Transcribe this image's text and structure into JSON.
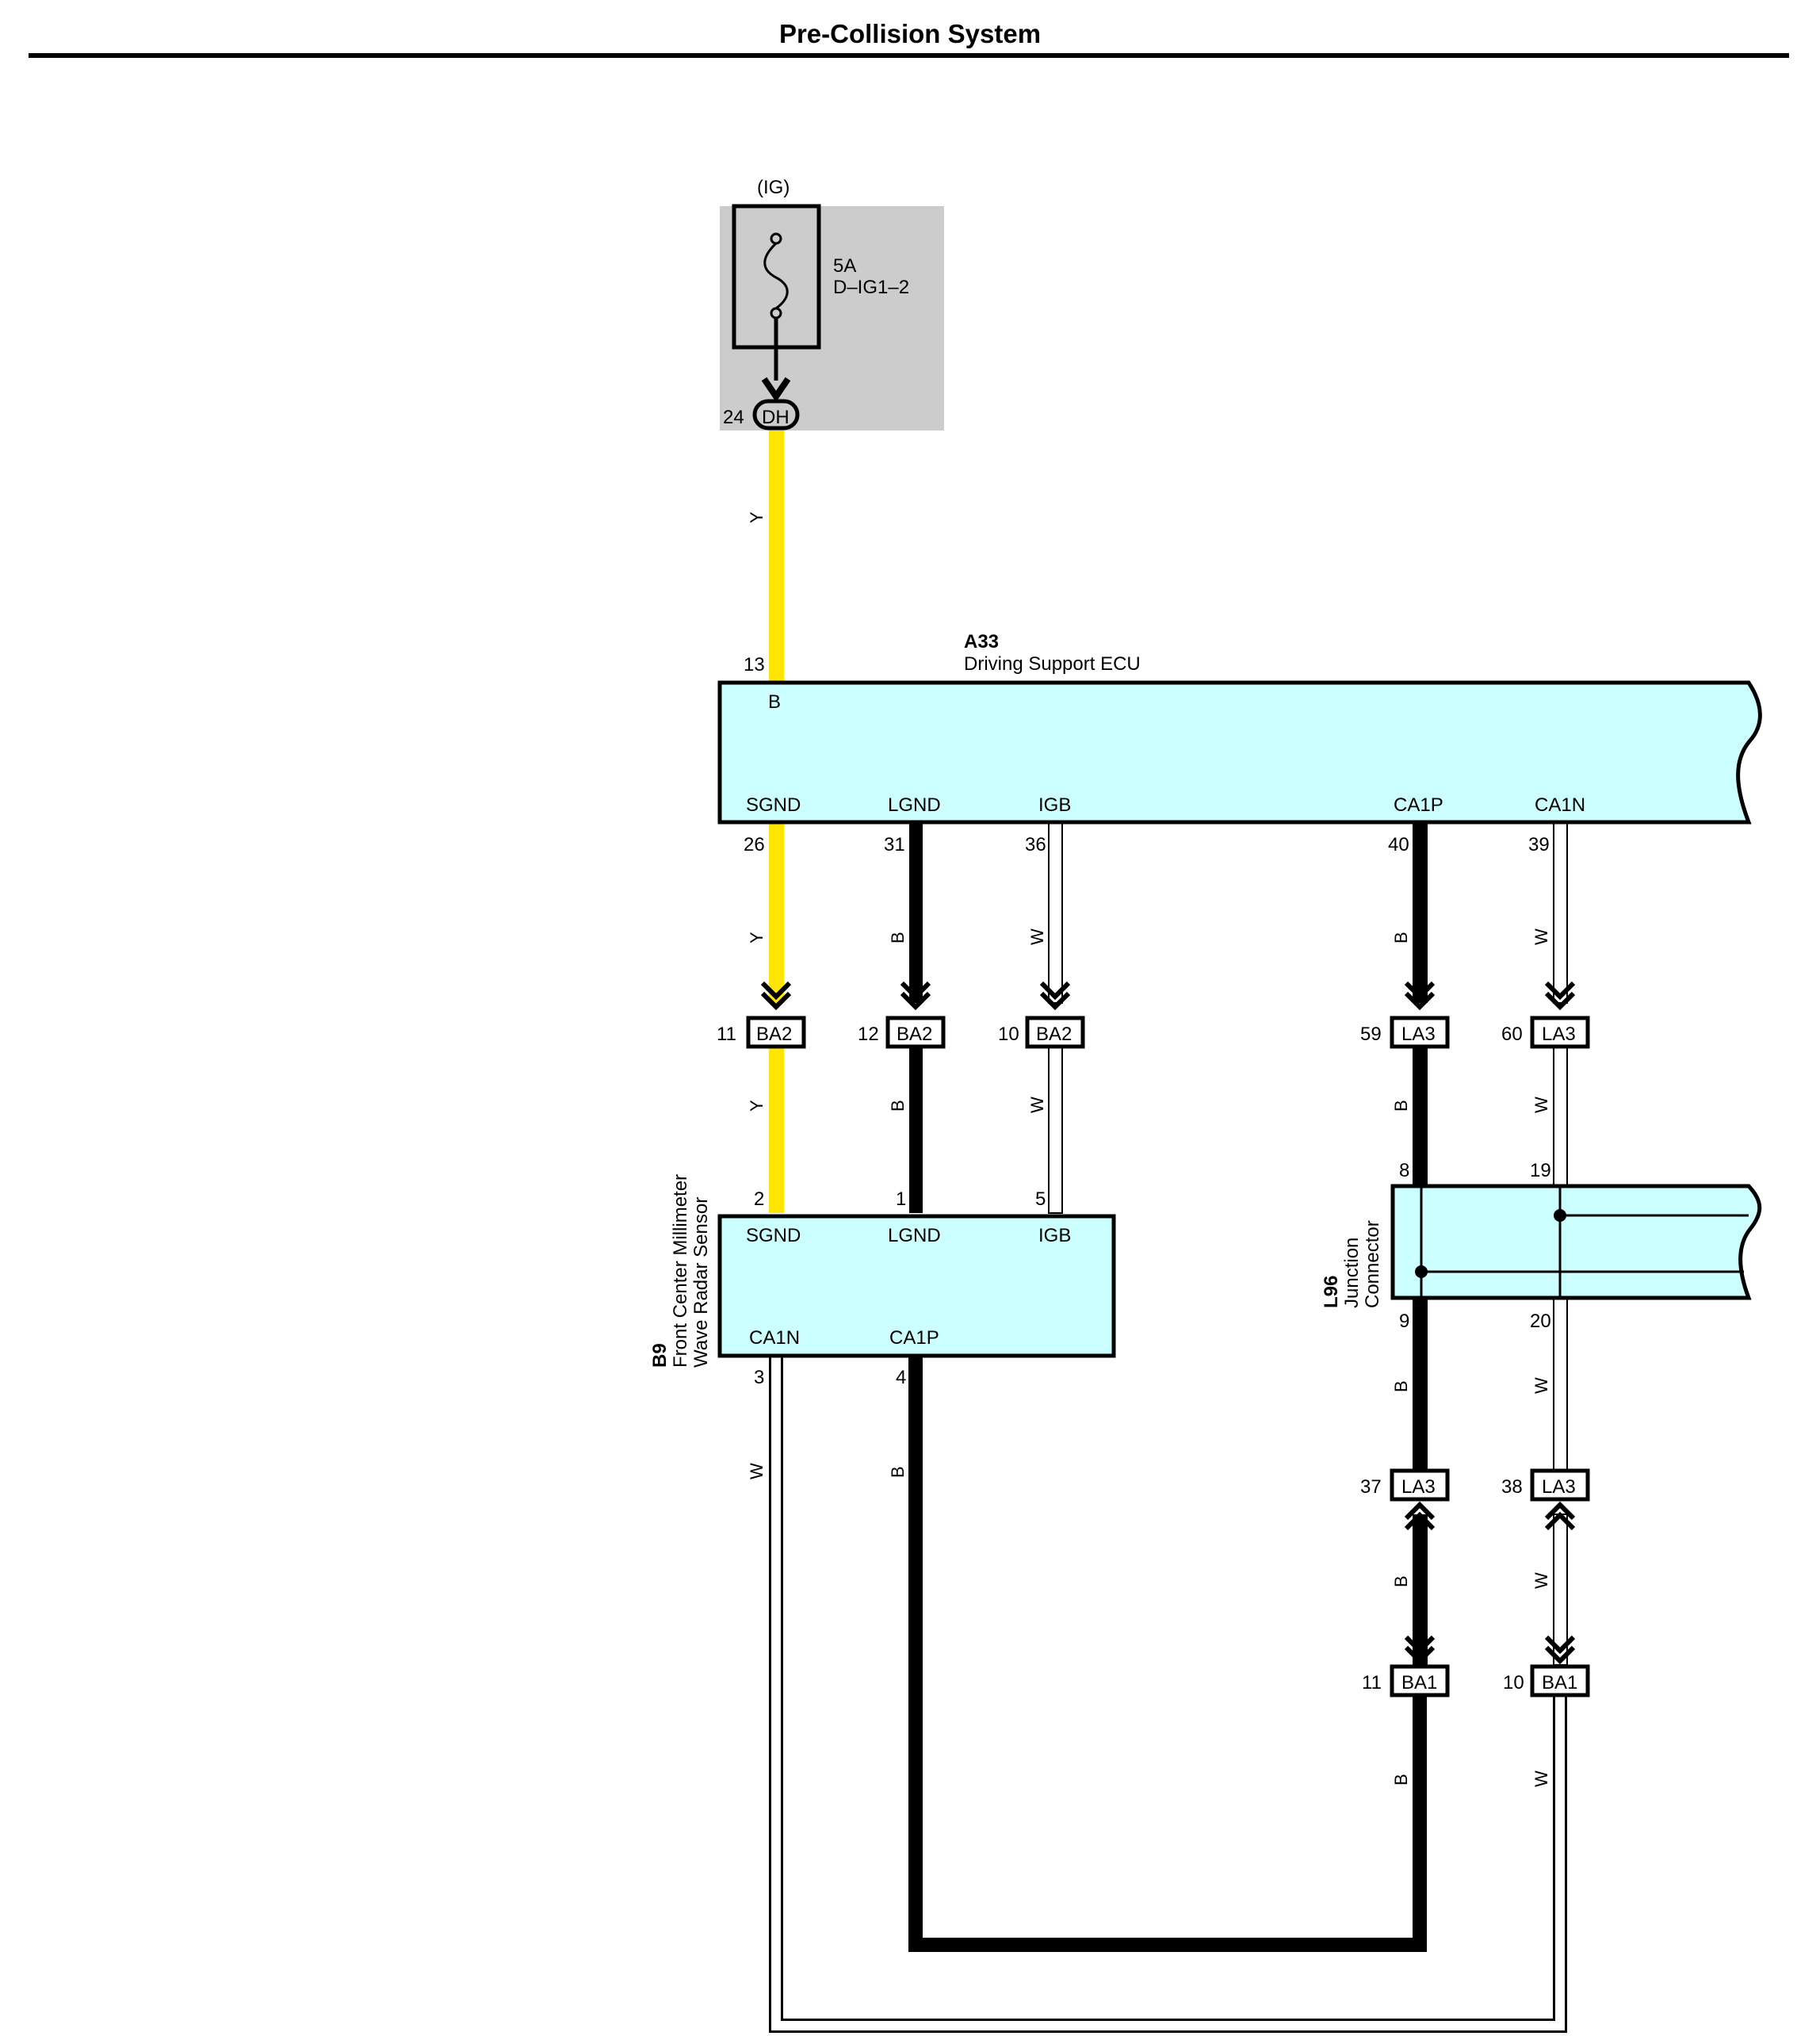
{
  "title": "Pre-Collision System",
  "colors": {
    "yellow": "#FFE600",
    "ecu_fill": "#CCFFFF",
    "fuse_box": "#CCCCCC",
    "black": "#000000",
    "white_wire": "#FFFFFF"
  },
  "fuse": {
    "source": "(IG)",
    "rating": "5A",
    "name": "D–IG1–2",
    "connector": {
      "pin": "24",
      "label": "DH"
    }
  },
  "ecu": {
    "code": "A33",
    "name": "Driving Support ECU",
    "input_pin": "13",
    "input_label": "B",
    "terminals": [
      {
        "label": "SGND",
        "pin": "26"
      },
      {
        "label": "LGND",
        "pin": "31"
      },
      {
        "label": "IGB",
        "pin": "36"
      },
      {
        "label": "CA1P",
        "pin": "40"
      },
      {
        "label": "CA1N",
        "pin": "39"
      }
    ]
  },
  "sensor": {
    "code": "B9",
    "name_line1": "Front Center Millimeter",
    "name_line2": "Wave Radar Sensor",
    "top_terminals": [
      {
        "label": "SGND",
        "pin": "2"
      },
      {
        "label": "LGND",
        "pin": "1"
      },
      {
        "label": "IGB",
        "pin": "5"
      }
    ],
    "bottom_terminals": [
      {
        "label": "CA1N",
        "pin": "3"
      },
      {
        "label": "CA1P",
        "pin": "4"
      }
    ]
  },
  "junction": {
    "code": "L96",
    "name_line1": "Junction",
    "name_line2": "Connector",
    "pins": {
      "top_left": "8",
      "top_right": "19",
      "bottom_left": "9",
      "bottom_right": "20"
    }
  },
  "connectors": [
    {
      "pin": "11",
      "label": "BA2"
    },
    {
      "pin": "12",
      "label": "BA2"
    },
    {
      "pin": "10",
      "label": "BA2"
    },
    {
      "pin": "59",
      "label": "LA3"
    },
    {
      "pin": "60",
      "label": "LA3"
    },
    {
      "pin": "37",
      "label": "LA3"
    },
    {
      "pin": "38",
      "label": "LA3"
    },
    {
      "pin": "11",
      "label": "BA1"
    },
    {
      "pin": "10",
      "label": "BA1"
    }
  ],
  "wire_colors": {
    "fuse_to_ecu": "Y",
    "sgnd_upper": "Y",
    "sgnd_lower": "Y",
    "lgnd_upper": "B",
    "lgnd_lower": "B",
    "igb_upper": "W",
    "igb_lower": "W",
    "ca1p_upper": "B",
    "ca1p_mid": "B",
    "ca1p_low1": "B",
    "ca1p_low2": "B",
    "ca1p_low3": "B",
    "ca1n_upper": "W",
    "ca1n_mid": "W",
    "ca1n_low1": "W",
    "ca1n_low2": "W",
    "ca1n_low3": "W",
    "sensor_ca1n": "W",
    "sensor_ca1p": "B"
  }
}
